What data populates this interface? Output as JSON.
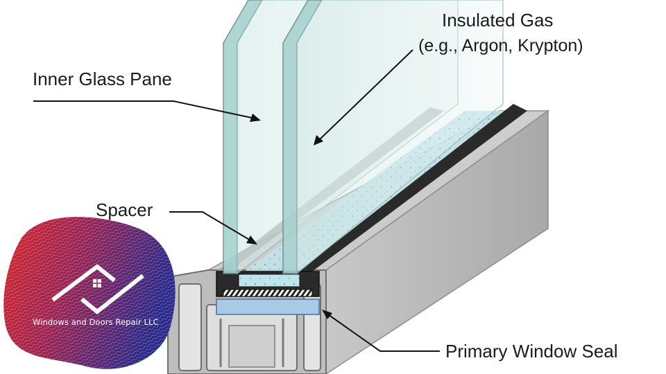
{
  "labels": {
    "insulated_gas": "Insulated Gas",
    "gas_examples": "(e.g., Argon, Krypton)",
    "inner_glass_pane": "Inner Glass Pane",
    "spacer": "Spacer",
    "primary_window_seal": "Primary Window Seal"
  },
  "logo": {
    "company_name": "Windows and Doors Repair LLC",
    "icon": "house-roof-logo-icon"
  },
  "colors": {
    "glass": "#a8d2cf",
    "frame": "#c9c9c9",
    "seal": "#2a2a2a",
    "desiccant": "#bfe3ea",
    "primary_seal": "#a9c9e8",
    "logo_red": "#d8262a",
    "logo_blue": "#2b2a8a"
  }
}
